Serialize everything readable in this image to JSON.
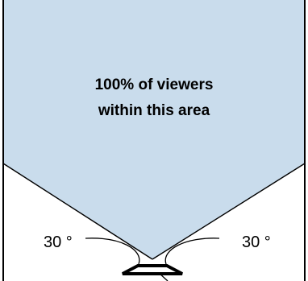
{
  "diagram": {
    "area_label_line1": "100% of viewers",
    "area_label_line2": "within this area",
    "left_angle_label": "30 °",
    "right_angle_label": "30 °",
    "colors": {
      "viewing_area_fill": "#c9dcec",
      "outline": "#000000",
      "background": "#ffffff"
    }
  }
}
